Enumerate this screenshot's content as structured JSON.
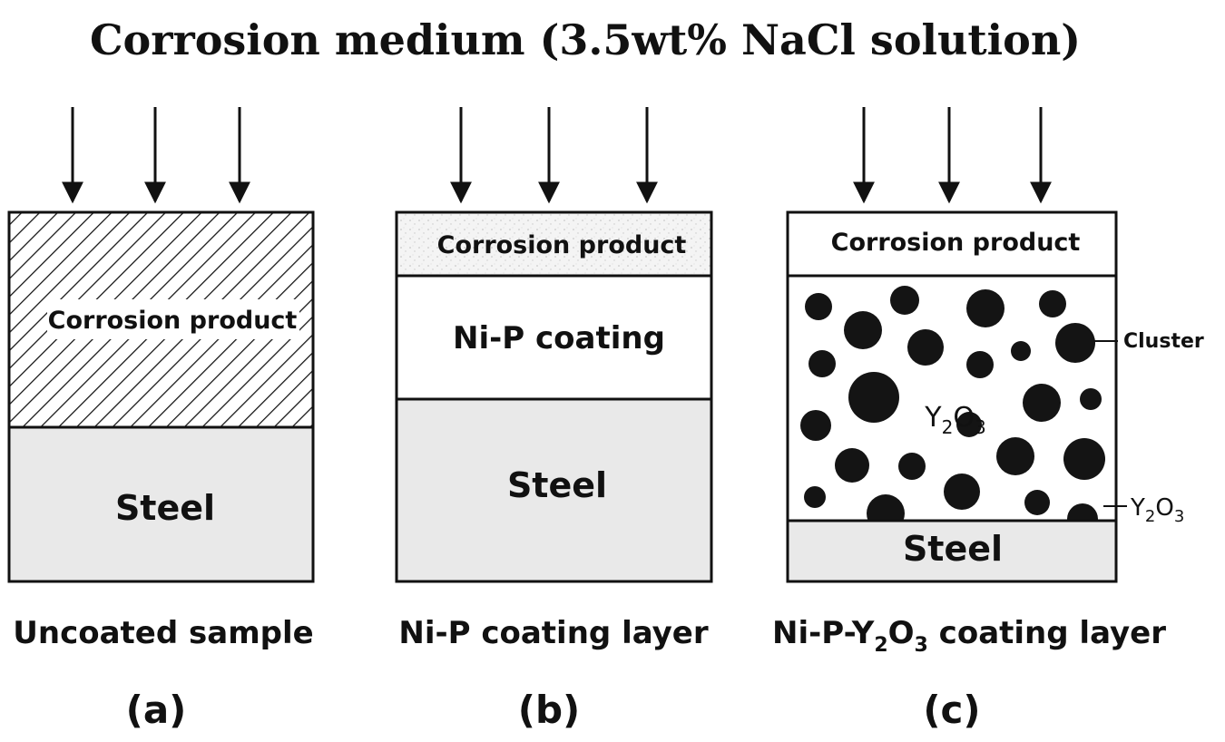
{
  "title": "Corrosion medium (3.5wt% NaCl solution)",
  "panels": [
    {
      "id": "a",
      "layers": {
        "corrosion_product": "Corrosion product",
        "steel": "Steel"
      },
      "caption": "Uncoated sample",
      "letter": "(a)"
    },
    {
      "id": "b",
      "layers": {
        "corrosion_product": "Corrosion product",
        "coating": "Ni-P coating",
        "steel": "Steel"
      },
      "caption": "Ni-P coating layer",
      "letter": "(b)"
    },
    {
      "id": "c",
      "layers": {
        "corrosion_product": "Corrosion product",
        "particles": "Y2O3",
        "steel": "Steel"
      },
      "callouts": {
        "cluster": "Cluster",
        "particle": "Y2O3"
      },
      "caption": "Ni-P-Y2O3 coating layer",
      "caption_parts": {
        "before": "Ni-P-Y",
        "sub1": "2",
        "mid": "O",
        "sub2": "3",
        "after": " coating layer"
      },
      "letter": "(c)"
    }
  ],
  "colors": {
    "steel": "#e9e9e9",
    "line": "#111111",
    "particle": "#141414",
    "speckle": "#f3f3f3"
  }
}
